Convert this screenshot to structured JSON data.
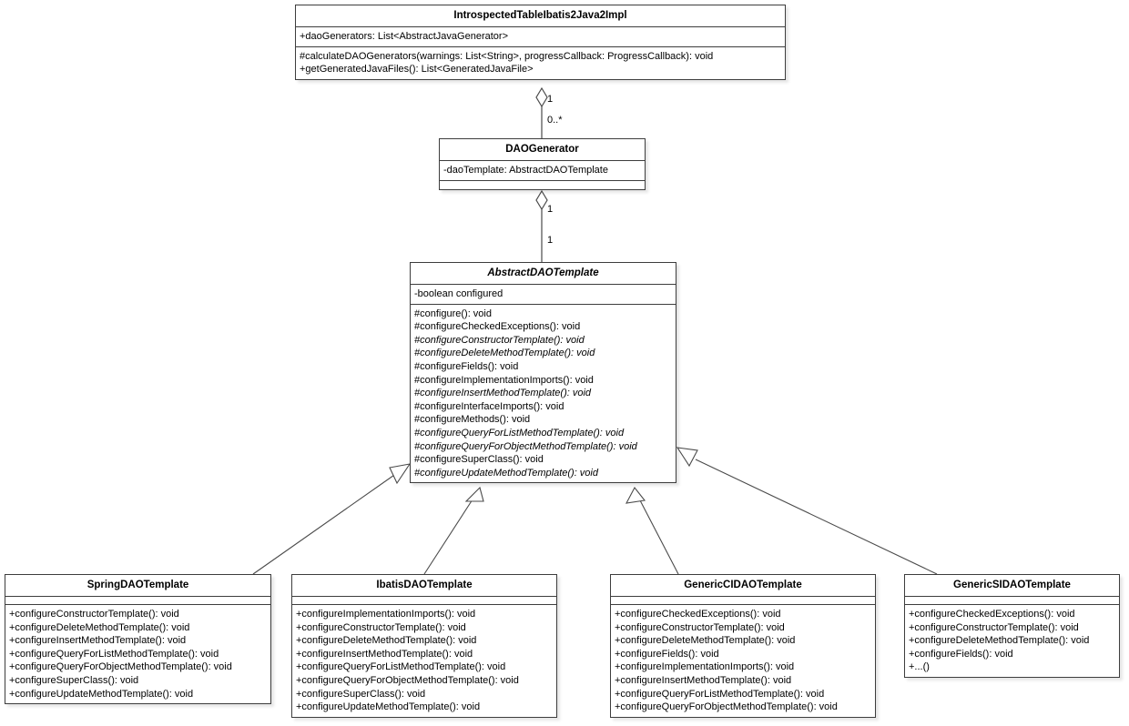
{
  "diagram": {
    "title": "UML Class Diagram",
    "type": "uml-class-diagram",
    "colors": {
      "background": "#ffffff",
      "box_fill": "#ffffff",
      "border": "#3d3d3d",
      "line": "#4a4a4a",
      "text": "#000000"
    }
  },
  "classes": {
    "introspected": {
      "name": "IntrospectedTableIbatis2Java2Impl",
      "abstract": false,
      "attributes": [
        {
          "text": "+daoGenerators: List<AbstractJavaGenerator>",
          "abstract": false
        }
      ],
      "methods": [
        {
          "text": "#calculateDAOGenerators(warnings: List<String>, progressCallback: ProgressCallback): void",
          "abstract": false
        },
        {
          "text": "+getGeneratedJavaFiles(): List<GeneratedJavaFile>",
          "abstract": false
        }
      ]
    },
    "daogenerator": {
      "name": "DAOGenerator",
      "abstract": false,
      "attributes": [
        {
          "text": "-daoTemplate: AbstractDAOTemplate",
          "abstract": false
        }
      ],
      "methods": []
    },
    "abstracttemplate": {
      "name": "AbstractDAOTemplate",
      "abstract": true,
      "attributes": [
        {
          "text": "-boolean configured",
          "abstract": false
        }
      ],
      "methods": [
        {
          "text": "#configure(): void",
          "abstract": false
        },
        {
          "text": "#configureCheckedExceptions(): void",
          "abstract": false
        },
        {
          "text": "#configureConstructorTemplate(): void",
          "abstract": true
        },
        {
          "text": "#configureDeleteMethodTemplate(): void",
          "abstract": true
        },
        {
          "text": "#configureFields(): void",
          "abstract": false
        },
        {
          "text": "#configureImplementationImports(): void",
          "abstract": false
        },
        {
          "text": "#configureInsertMethodTemplate(): void",
          "abstract": true
        },
        {
          "text": "#configureInterfaceImports(): void",
          "abstract": false
        },
        {
          "text": "#configureMethods(): void",
          "abstract": false
        },
        {
          "text": "#configureQueryForListMethodTemplate(): void",
          "abstract": true
        },
        {
          "text": "#configureQueryForObjectMethodTemplate(): void",
          "abstract": true
        },
        {
          "text": "#configureSuperClass(): void",
          "abstract": false
        },
        {
          "text": "#configureUpdateMethodTemplate(): void",
          "abstract": true
        }
      ]
    },
    "spring": {
      "name": "SpringDAOTemplate",
      "abstract": false,
      "attributes": [],
      "methods": [
        {
          "text": "+configureConstructorTemplate(): void",
          "abstract": false
        },
        {
          "text": "+configureDeleteMethodTemplate(): void",
          "abstract": false
        },
        {
          "text": "+configureInsertMethodTemplate(): void",
          "abstract": false
        },
        {
          "text": "+configureQueryForListMethodTemplate(): void",
          "abstract": false
        },
        {
          "text": "+configureQueryForObjectMethodTemplate(): void",
          "abstract": false
        },
        {
          "text": "+configureSuperClass(): void",
          "abstract": false
        },
        {
          "text": "+configureUpdateMethodTemplate(): void",
          "abstract": false
        }
      ]
    },
    "ibatis": {
      "name": "IbatisDAOTemplate",
      "abstract": false,
      "attributes": [],
      "methods": [
        {
          "text": "+configureImplementationImports(): void",
          "abstract": false
        },
        {
          "text": "+configureConstructorTemplate(): void",
          "abstract": false
        },
        {
          "text": "+configureDeleteMethodTemplate(): void",
          "abstract": false
        },
        {
          "text": "+configureInsertMethodTemplate(): void",
          "abstract": false
        },
        {
          "text": "+configureQueryForListMethodTemplate(): void",
          "abstract": false
        },
        {
          "text": "+configureQueryForObjectMethodTemplate(): void",
          "abstract": false
        },
        {
          "text": "+configureSuperClass(): void",
          "abstract": false
        },
        {
          "text": "+configureUpdateMethodTemplate(): void",
          "abstract": false
        }
      ]
    },
    "genericci": {
      "name": "GenericCIDAOTemplate",
      "abstract": false,
      "attributes": [],
      "methods": [
        {
          "text": "+configureCheckedExceptions(): void",
          "abstract": false
        },
        {
          "text": "+configureConstructorTemplate(): void",
          "abstract": false
        },
        {
          "text": "+configureDeleteMethodTemplate(): void",
          "abstract": false
        },
        {
          "text": "+configureFields(): void",
          "abstract": false
        },
        {
          "text": "+configureImplementationImports(): void",
          "abstract": false
        },
        {
          "text": "+configureInsertMethodTemplate(): void",
          "abstract": false
        },
        {
          "text": "+configureQueryForListMethodTemplate(): void",
          "abstract": false
        },
        {
          "text": "+configureQueryForObjectMethodTemplate(): void",
          "abstract": false
        }
      ]
    },
    "genericsi": {
      "name": "GenericSIDAOTemplate",
      "abstract": false,
      "attributes": [],
      "methods": [
        {
          "text": "+configureCheckedExceptions(): void",
          "abstract": false
        },
        {
          "text": "+configureConstructorTemplate(): void",
          "abstract": false
        },
        {
          "text": "+configureDeleteMethodTemplate(): void",
          "abstract": false
        },
        {
          "text": "+configureFields(): void",
          "abstract": false
        },
        {
          "text": "+...()",
          "abstract": false
        }
      ]
    }
  },
  "relationships": {
    "aggregation_introspected_daogenerator": {
      "kind": "aggregation",
      "from": "IntrospectedTableIbatis2Java2Impl",
      "to": "DAOGenerator",
      "source_multiplicity": "1",
      "target_multiplicity": "0..*"
    },
    "aggregation_daogenerator_abstracttemplate": {
      "kind": "aggregation",
      "from": "DAOGenerator",
      "to": "AbstractDAOTemplate",
      "source_multiplicity": "1",
      "target_multiplicity": "1"
    },
    "generalizations": [
      {
        "kind": "generalization",
        "from": "SpringDAOTemplate",
        "to": "AbstractDAOTemplate"
      },
      {
        "kind": "generalization",
        "from": "IbatisDAOTemplate",
        "to": "AbstractDAOTemplate"
      },
      {
        "kind": "generalization",
        "from": "GenericCIDAOTemplate",
        "to": "AbstractDAOTemplate"
      },
      {
        "kind": "generalization",
        "from": "GenericSIDAOTemplate",
        "to": "AbstractDAOTemplate"
      }
    ]
  }
}
